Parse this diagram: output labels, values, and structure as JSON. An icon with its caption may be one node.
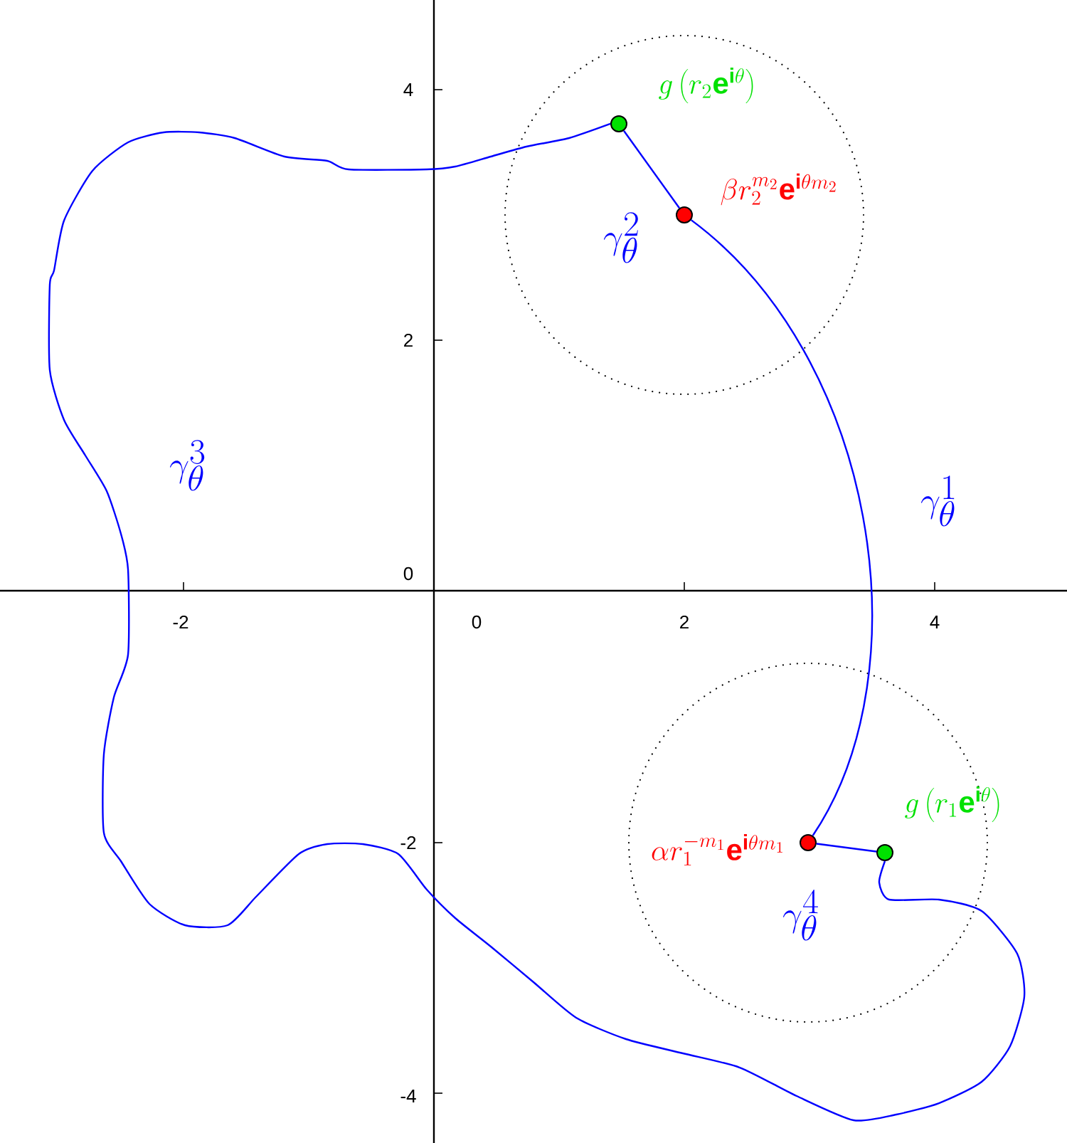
{
  "diagram": {
    "nodes": [
      {
        "text": [],
        "shape": "circle",
        "beside": [
          "g\\left(r_2\\mathbf{e}^{\\mathbf{i}\\theta}\\right)"
        ]
      },
      {
        "text": [],
        "shape": "circle",
        "beside": [
          "\\beta r_2^{m_2}\\mathbf{e}^{\\mathbf{i}\\theta m_2}"
        ]
      },
      {
        "text": [],
        "shape": "circle",
        "beside": [
          "\\alpha r_1^{-m_1}\\mathbf{e}^{\\mathbf{i}\\theta m_1}"
        ]
      },
      {
        "text": [],
        "shape": "circle",
        "beside": [
          "g\\left(r_1\\mathbf{e}^{\\mathbf{i}\\theta}\\right)"
        ]
      }
    ],
    "edges": [
      {
        "from": 1,
        "to": 2,
        "arrow": "none",
        "label": "\\gamma_\\theta^1"
      },
      {
        "from": 0,
        "to": 1,
        "arrow": "none",
        "label": "\\gamma_\\theta^2"
      },
      {
        "from": 0,
        "to": 3,
        "arrow": "none",
        "label": "\\gamma_\\theta^3"
      },
      {
        "from": 2,
        "to": 3,
        "arrow": "none",
        "label": "\\gamma_\\theta^4"
      }
    ],
    "labels": [
      "4",
      "2",
      "0",
      "-2",
      "0",
      "2",
      "4",
      "-2",
      "-4"
    ]
  }
}
